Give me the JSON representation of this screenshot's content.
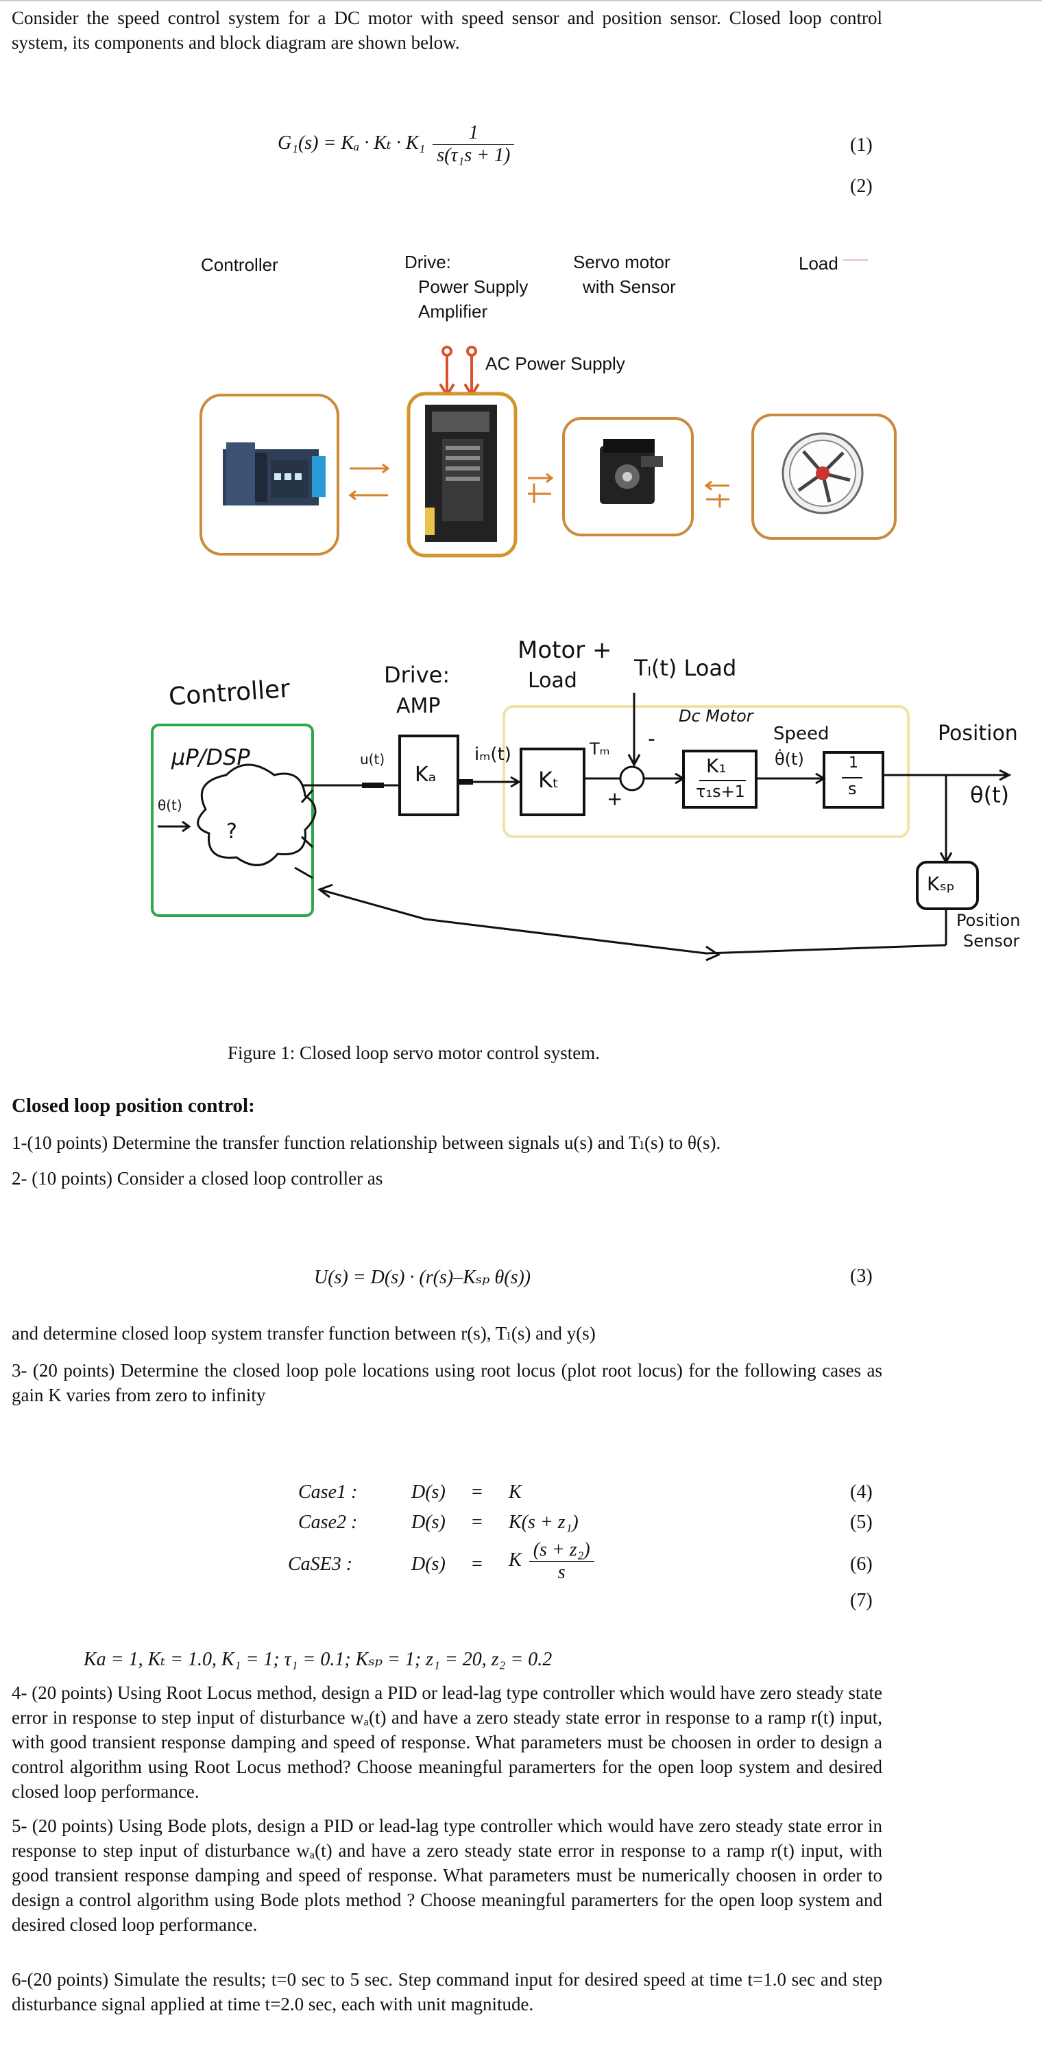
{
  "intro": "Consider the speed control system for a DC motor with speed sensor and position sensor. Closed loop control system, its components and block diagram are shown below.",
  "eq1": {
    "lhs": "G₁(s) = Kₐ · Kₜ · K₁",
    "num": "1",
    "den": "s(τ₁s + 1)",
    "tag": "(1)"
  },
  "eq2_tag": "(2)",
  "photo_labels": {
    "controller": "Controller",
    "drive": "Drive:",
    "drive_sub1": "Power Supply",
    "drive_sub2": "Amplifier",
    "servo1": "Servo motor",
    "servo2": "with Sensor",
    "load": "Load",
    "ac": "AC Power Supply"
  },
  "sketch": {
    "controller": "Controller",
    "mup": "μP/DSP",
    "theta_in": "θ(t)",
    "question": "?",
    "drive1": "Drive:",
    "drive2": "AMP",
    "ut": "u(t)",
    "ka": "Kₐ",
    "im": "iₘ(t)",
    "motor1": "Motor +",
    "motor2": "Load",
    "kt": "Kₜ",
    "tm": "Tₘ",
    "tl": "Tₗ(t) Load",
    "dc": "Dc Motor",
    "minus": "-",
    "plus": "+",
    "k1_num": "K₁",
    "k1_den": "τ₁s+1",
    "speed1": "Speed",
    "speed2": "θ̇(t)",
    "int_num": "1",
    "int_den": "s",
    "position": "Position",
    "theta_out": "θ(t)",
    "ksp": "Kₛₚ",
    "pos_sensor1": "Position",
    "pos_sensor2": "Sensor"
  },
  "caption": "Figure 1: Closed loop servo motor control system.",
  "section": "Closed loop position control:",
  "q1": "1-(10 points) Determine the transfer function relationship between signals u(s) and Tₗ(s) to θ(s).",
  "q2": "2- (10 points) Consider a closed loop controller as",
  "eq3": {
    "text": "U(s) = D(s) · (r(s)–Kₛₚ θ(s))",
    "tag": "(3)"
  },
  "q2b": "and determine closed loop system transfer function between r(s), Tₗ(s) and y(s)",
  "q3": "3- (20 points) Determine the closed loop pole locations using root locus (plot root locus) for the following cases as gain K varies from zero to infinity",
  "cases": [
    {
      "name": "Case1 :",
      "lhs": "D(s)",
      "eq": "=",
      "rhs": "K",
      "tag": "(4)"
    },
    {
      "name": "Case2 :",
      "lhs": "D(s)",
      "eq": "=",
      "rhs": "K(s + z₁)",
      "tag": "(5)"
    },
    {
      "name": "CaSE3 :",
      "lhs": "D(s)",
      "eq": "=",
      "rhs_k": "K",
      "rhs_num": "(s + z₂)",
      "rhs_den": "s",
      "tag": "(6)"
    }
  ],
  "eq7_tag": "(7)",
  "params": "Ka = 1, Kₜ = 1.0, K₁ = 1; τ₁ = 0.1; Kₛₚ = 1; z₁ = 20, z₂ = 0.2",
  "q4": "4- (20 points) Using Root Locus method, design a PID or lead-lag type controller which would have zero steady state error in response to step input of disturbance wₐ(t) and have a zero steady state error in response to a ramp r(t) input, with good transient response damping and speed of response. What parameters must be choosen in order to design a control algorithm using Root Locus method? Choose meaningful paramerters for the open loop system and desired closed loop performance.",
  "q5": "5- (20 points) Using Bode plots, design a PID or lead-lag type controller which would have zero steady state error in response to step input of disturbance wₐ(t) and have a zero steady state error in response to a ramp r(t) input, with good transient response damping and speed of response. What parameters must be numerically choosen in order to design a control algorithm using Bode plots method ? Choose meaningful paramerters for the open loop system and desired closed loop performance.",
  "q6": "6-(20 points) Simulate the results; t=0 sec to 5 sec. Step command input for desired speed at time t=1.0 sec and step disturbance signal applied at time t=2.0 sec, each with unit magnitude."
}
